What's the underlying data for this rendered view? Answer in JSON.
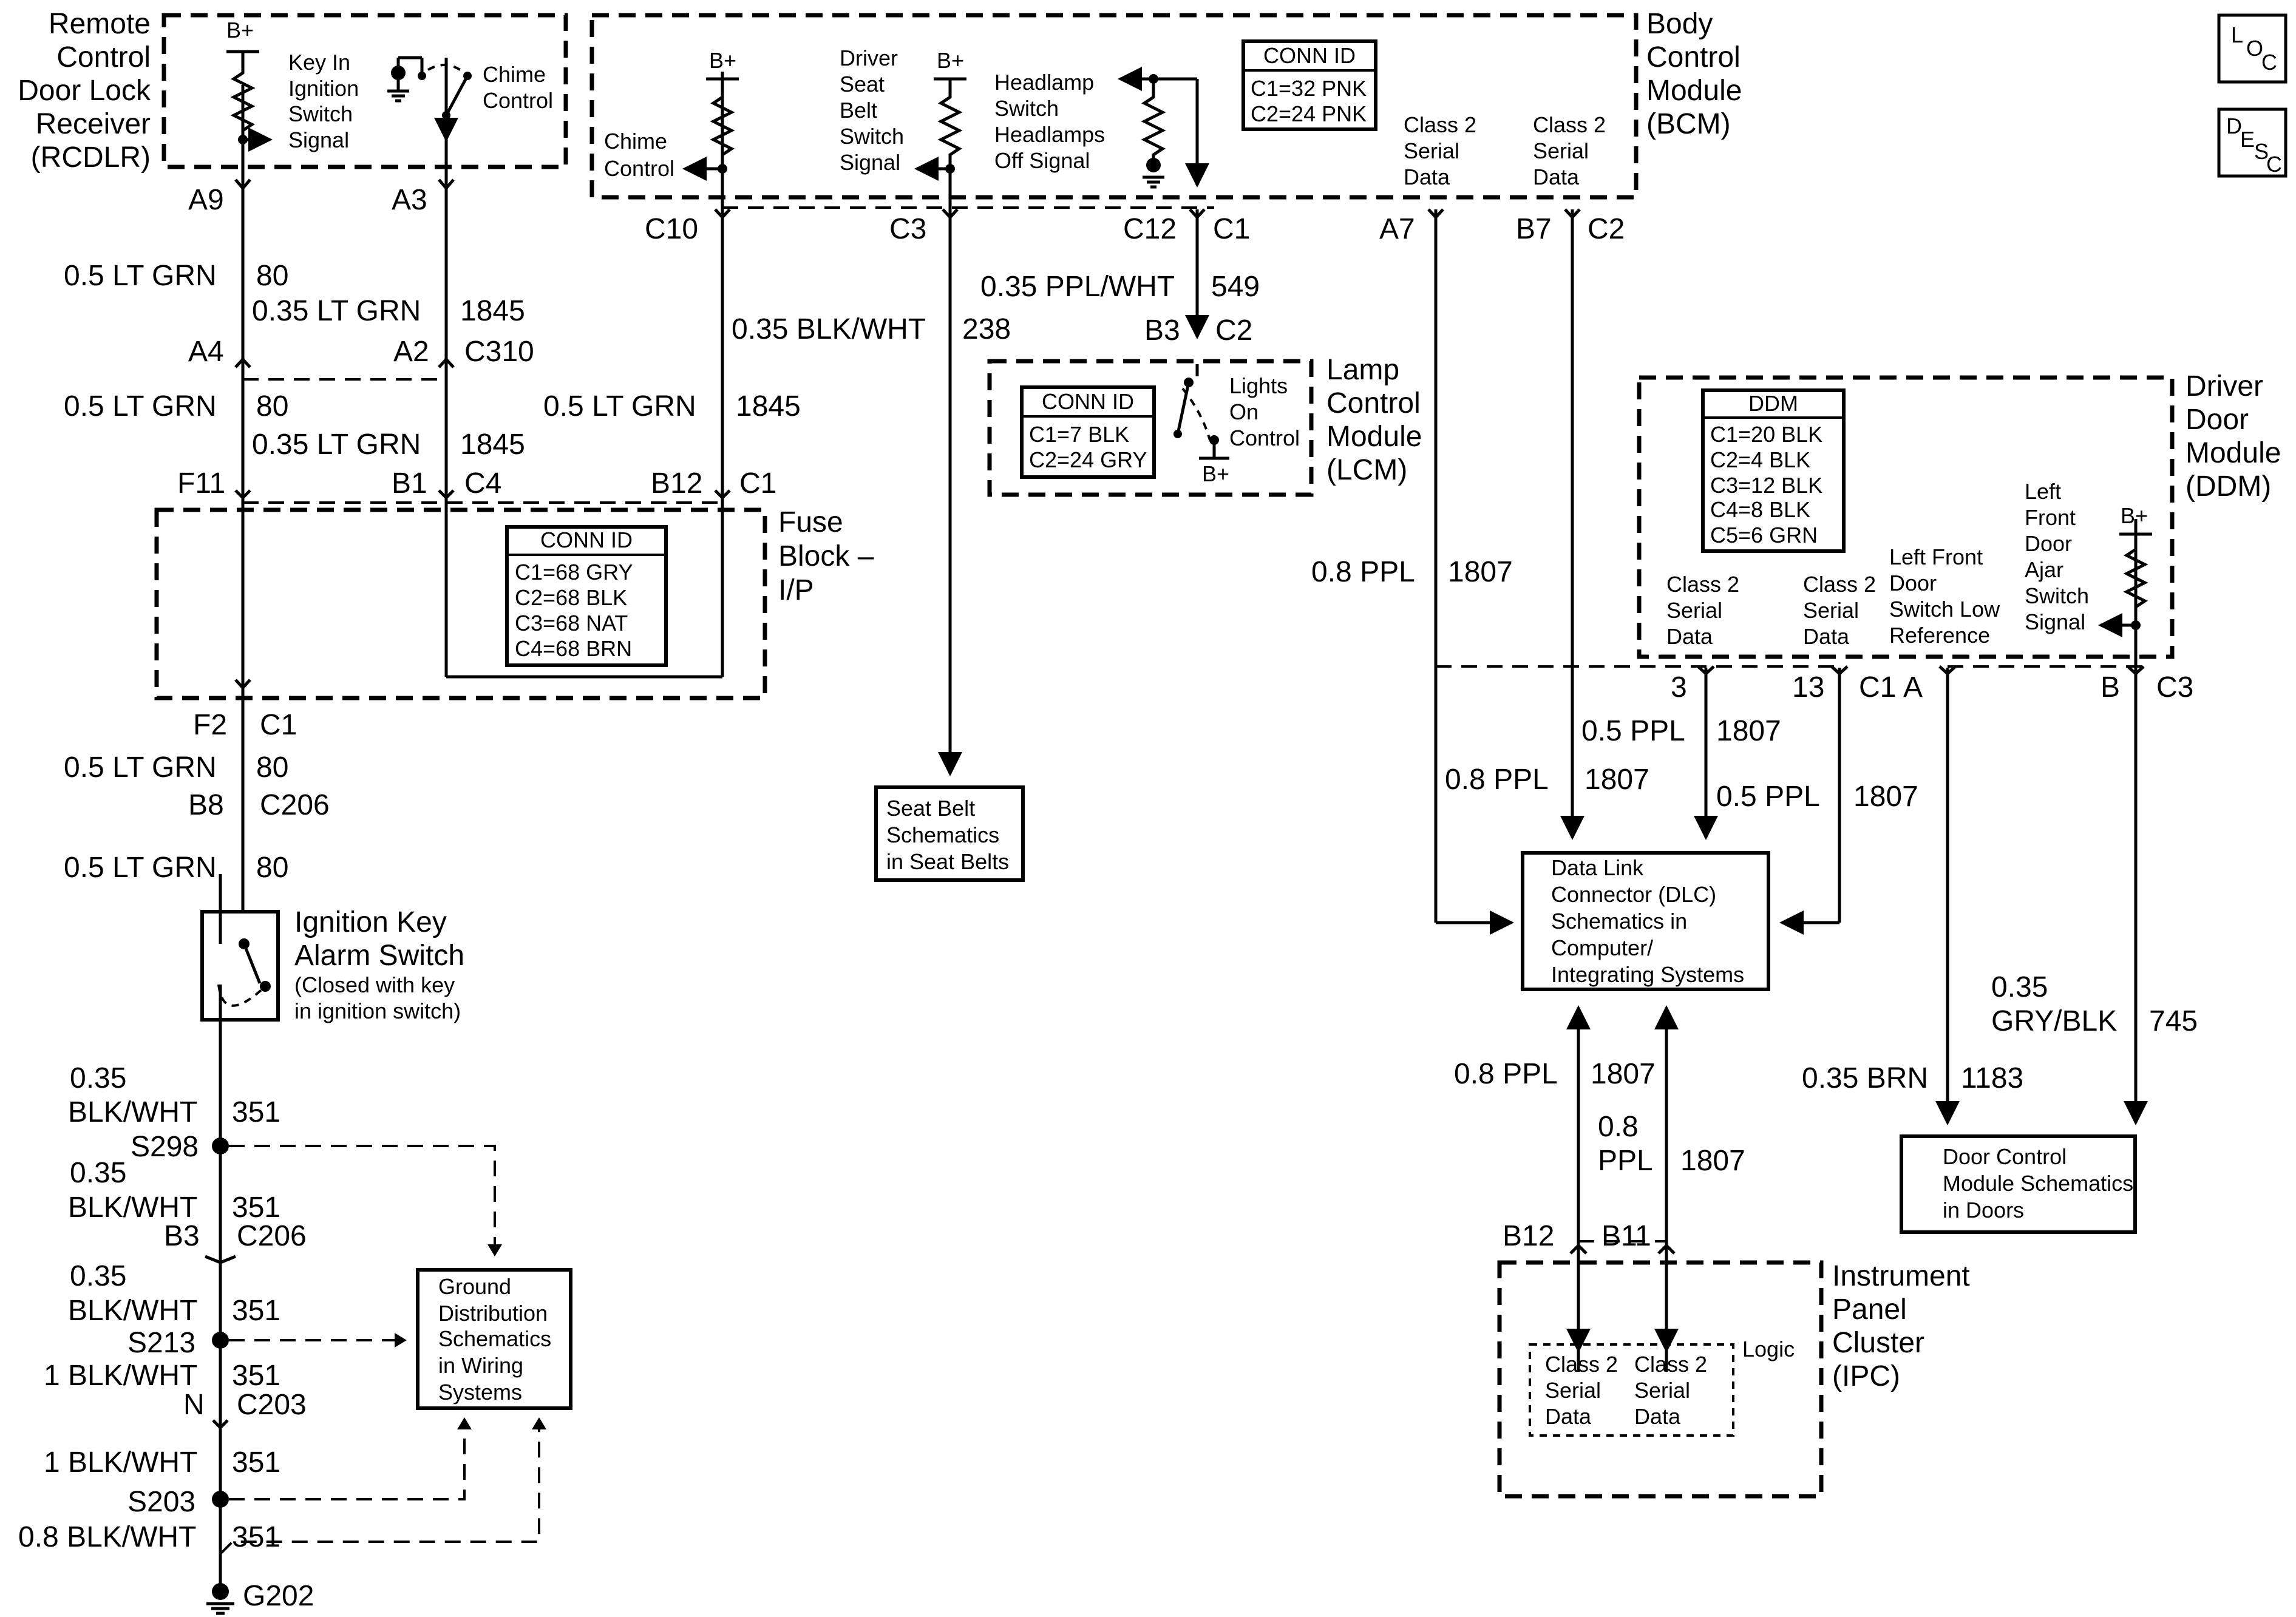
{
  "modules": {
    "rcdlr": [
      "Remote",
      "Control",
      "Door Lock",
      "Receiver",
      "(RCDLR)"
    ],
    "bcm": [
      "Body",
      "Control",
      "Module",
      "(BCM)"
    ],
    "fuse": [
      "Fuse",
      "Block –",
      "I/P"
    ],
    "lcm": [
      "Lamp",
      "Control",
      "Module",
      "(LCM)"
    ],
    "ddm": [
      "Driver",
      "Door",
      "Module",
      "(DDM)"
    ],
    "ipc": [
      "Instrument",
      "Panel",
      "Cluster",
      "(IPC)"
    ],
    "ign_switch": [
      "Ignition Key",
      "Alarm Switch"
    ],
    "ign_note": [
      "(Closed with key",
      "in ignition switch)"
    ]
  },
  "inside": {
    "rcdlr_key": [
      "Key In",
      "Ignition",
      "Switch",
      "Signal"
    ],
    "rcdlr_chime": [
      "Chime",
      "Control"
    ],
    "bcm_chime": [
      "Chime",
      "Control"
    ],
    "bcm_seat": [
      "Driver",
      "Seat",
      "Belt",
      "Switch",
      "Signal"
    ],
    "bcm_head": [
      "Headlamp",
      "Switch",
      "Headlamps",
      "Off Signal"
    ],
    "bcm_class2_a": [
      "Class 2",
      "Serial",
      "Data"
    ],
    "bcm_class2_b": [
      "Class 2",
      "Serial",
      "Data"
    ],
    "lcm_lights": [
      "Lights",
      "On",
      "Control"
    ],
    "ddm_class2_a": [
      "Class 2",
      "Serial",
      "Data"
    ],
    "ddm_class2_b": [
      "Class 2",
      "Serial",
      "Data"
    ],
    "ddm_ref": [
      "Left Front",
      "Door",
      "Switch Low",
      "Reference"
    ],
    "ddm_ajar": [
      "Left",
      "Front",
      "Door",
      "Ajar",
      "Switch",
      "Signal"
    ],
    "ipc_a": [
      "Class 2",
      "Serial",
      "Data"
    ],
    "ipc_b": [
      "Class 2",
      "Serial",
      "Data"
    ],
    "ipc_logic": "Logic",
    "bplus": "B+"
  },
  "conn_tables": {
    "bcm": {
      "title": "CONN ID",
      "rows": [
        "C1=32 PNK",
        "C2=24 PNK"
      ]
    },
    "lcm": {
      "title": "CONN ID",
      "rows": [
        "C1=7 BLK",
        "C2=24 GRY"
      ]
    },
    "fuse": {
      "title": "CONN ID",
      "rows": [
        "C1=68 GRY",
        "C2=68 BLK",
        "C3=68 NAT",
        "C4=68 BRN"
      ]
    },
    "ddm": {
      "title": "DDM",
      "rows": [
        "C1=20 BLK",
        "C2=4 BLK",
        "C3=12 BLK",
        "C4=8 BLK",
        "C5=6 GRN"
      ]
    }
  },
  "ref_boxes": {
    "seat_belt": [
      "Seat Belt",
      "Schematics",
      "in Seat Belts"
    ],
    "dlc": [
      "Data Link",
      "Connector (DLC)",
      "Schematics in",
      "Computer/",
      "Integrating Systems"
    ],
    "ground": [
      "Ground",
      "Distribution",
      "Schematics",
      "in Wiring",
      "Systems"
    ],
    "door_ctrl": [
      "Door Control",
      "Module Schematics",
      "in Doors"
    ]
  },
  "pins": {
    "a9": "A9",
    "a3": "A3",
    "a4": "A4",
    "a2": "A2",
    "c310": "C310",
    "f11": "F11",
    "b1": "B1",
    "c4": "C4",
    "b12_fuse": "B12",
    "c1_fuse": "C1",
    "c10": "C10",
    "c3_bcm": "C3",
    "c12": "C12",
    "c1_bcm": "C1",
    "a7": "A7",
    "b7": "B7",
    "c2_bcm": "C2",
    "b3_lcm": "B3",
    "c2_lcm": "C2",
    "f2": "F2",
    "c1_f2": "C1",
    "b8": "B8",
    "c206_top": "C206",
    "b3_low": "B3",
    "c206_low": "C206",
    "n": "N",
    "c203": "C203",
    "s298": "S298",
    "s213": "S213",
    "s203": "S203",
    "g202": "G202",
    "ddm_3": "3",
    "ddm_13": "13",
    "ddm_c1": "C1",
    "ddm_a": "A",
    "ddm_b": "B",
    "ddm_c3": "C3",
    "ipc_b12": "B12",
    "ipc_b11": "B11"
  },
  "wires": {
    "w80_1": "0.5 LT GRN",
    "n80_1": "80",
    "w1845_1": "0.35 LT GRN",
    "n1845_1": "1845",
    "w80_2": "0.5 LT GRN",
    "n80_2": "80",
    "w1845_2": "0.35 LT GRN",
    "n1845_2": "1845",
    "w1845_3": "0.5 LT GRN",
    "n1845_3": "1845",
    "w238": "0.35 BLK/WHT",
    "n238": "238",
    "w549": "0.35 PPL/WHT",
    "n549": "549",
    "w80_3": "0.5 LT GRN",
    "n80_3": "80",
    "w80_4": "0.5 LT GRN",
    "n80_4": "80",
    "w351_1a": "0.35",
    "w351_1b": "BLK/WHT",
    "n351_1": "351",
    "w351_2a": "0.35",
    "w351_2b": "BLK/WHT",
    "n351_2": "351",
    "w351_3a": "0.35",
    "w351_3b": "BLK/WHT",
    "n351_3": "351",
    "w351_4": "1 BLK/WHT",
    "n351_4": "351",
    "w351_5": "1 BLK/WHT",
    "n351_5": "351",
    "w351_6": "0.8 BLK/WHT",
    "n351_6": "351",
    "w1807_a7": "0.8 PPL",
    "n1807_a7": "1807",
    "w1807_a7b": "0.8 PPL",
    "n1807_a7b": "1807",
    "w1807_b7": "0.5 PPL",
    "n1807_b7": "1807",
    "w1807_13": "0.5 PPL",
    "n1807_13": "1807",
    "w1807_ipc1": "0.8 PPL",
    "n1807_ipc1": "1807",
    "w1807_ipc2a": "0.8",
    "w1807_ipc2b": "PPL",
    "n1807_ipc2": "1807",
    "w1183": "0.35 BRN",
    "n1183": "1183",
    "w745a": "0.35",
    "w745b": "GRY/BLK",
    "n745": "745"
  },
  "icons": {
    "loc": [
      "L",
      "O",
      "C"
    ],
    "desc": [
      "D",
      "E",
      "S",
      "C"
    ]
  }
}
